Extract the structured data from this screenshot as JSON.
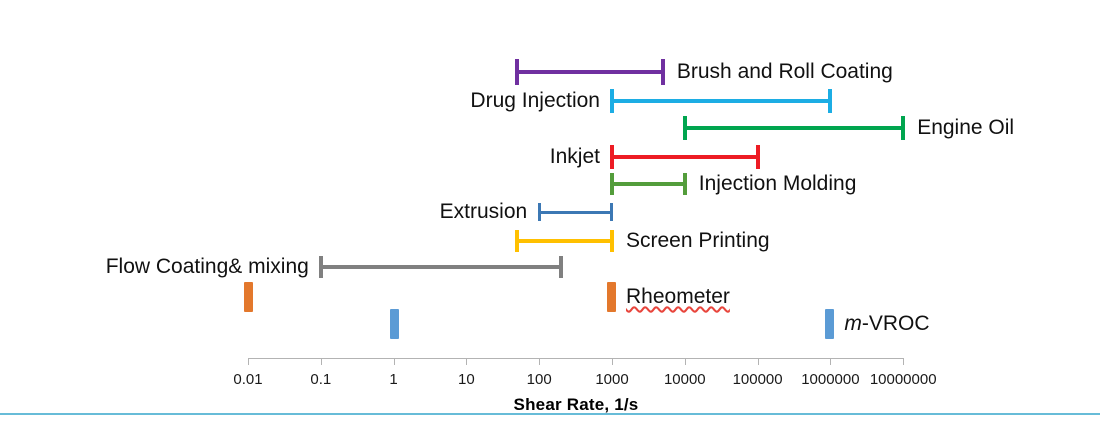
{
  "chart_data": {
    "type": "bar",
    "orientation": "horizontal-range",
    "title": "",
    "xlabel": "Shear Rate, 1/s",
    "ylabel": "",
    "xscale": "log",
    "xlim": [
      0.01,
      10000000
    ],
    "grid": false,
    "legend": "inline-labels",
    "xticks": [
      "0.01",
      "0.1",
      "1",
      "10",
      "100",
      "1000",
      "10000",
      "100000",
      "1000000",
      "10000000"
    ],
    "xtick_values": [
      0.01,
      0.1,
      1,
      10,
      100,
      1000,
      10000,
      100000,
      1000000,
      10000000
    ],
    "series": [
      {
        "name": "Brush and Roll Coating",
        "label": "Brush and Roll Coating",
        "label_side": "right",
        "xmin": 50,
        "xmax": 5000,
        "color": "#7030A0",
        "style": "solid"
      },
      {
        "name": "Drug Injection",
        "label": "Drug Injection",
        "label_side": "left",
        "xmin": 1000,
        "xmax": 1000000,
        "color": "#1CADE4",
        "style": "solid"
      },
      {
        "name": "Engine Oil",
        "label": "Engine Oil",
        "label_side": "right",
        "xmin": 10000,
        "xmax": 10000000,
        "color": "#00A54F",
        "style": "solid"
      },
      {
        "name": "Inkjet",
        "label": "Inkjet",
        "label_side": "left",
        "xmin": 1000,
        "xmax": 100000,
        "color": "#ED1C24",
        "style": "solid"
      },
      {
        "name": "Injection Molding",
        "label": "Injection Molding",
        "label_side": "right",
        "xmin": 1000,
        "xmax": 10000,
        "color": "#539D3B",
        "style": "solid"
      },
      {
        "name": "Extrusion",
        "label": "Extrusion",
        "label_side": "left",
        "xmin": 100,
        "xmax": 1000,
        "color": "#3C78B4",
        "style": "solid"
      },
      {
        "name": "Screen Printing",
        "label": "Screen Printing",
        "label_side": "right",
        "xmin": 50,
        "xmax": 1000,
        "color": "#FFC000",
        "style": "solid"
      },
      {
        "name": "Flow Coating and mixing",
        "label": "Flow Coating& mixing",
        "label_side": "left",
        "xmin": 0.1,
        "xmax": 200,
        "color": "#808080",
        "style": "solid"
      },
      {
        "name": "Rheometer",
        "label": "Rheometer",
        "label_side": "right",
        "xmin": 0.01,
        "xmax": 1000,
        "color": "#E3782C",
        "style": "dashed",
        "spellcheck_underline": true
      },
      {
        "name": "m-VROC",
        "label": "m-VROC",
        "label_prefix_italic": "m",
        "label_rest": "-VROC",
        "label_side": "right",
        "xmin": 1,
        "xmax": 1000000,
        "color": "#5B9BD5",
        "style": "dashed"
      }
    ]
  },
  "axis": {
    "title": "Shear Rate, 1/s",
    "tick_color": "#b3b3b3"
  },
  "decoration": {
    "bottom_rule_color": "#67bcd8"
  }
}
